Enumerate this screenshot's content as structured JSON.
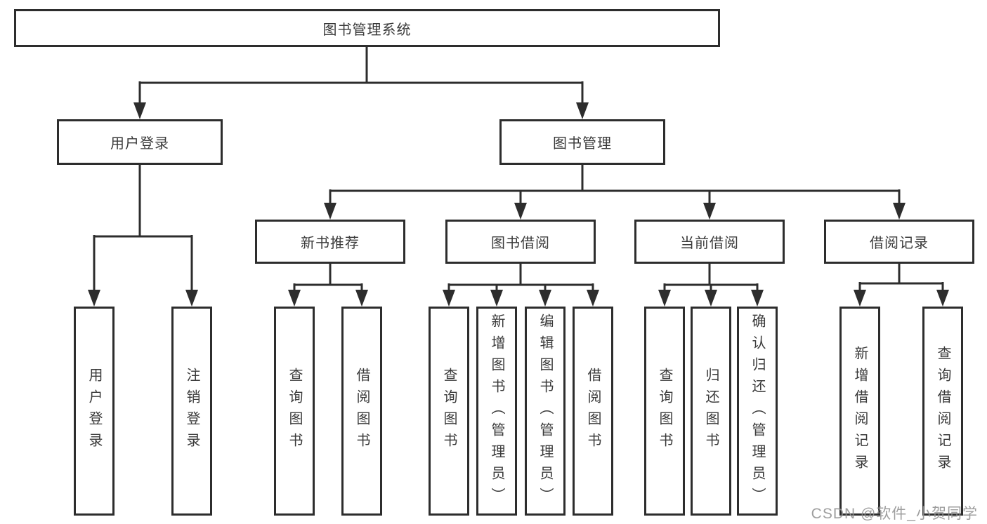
{
  "root": {
    "label": "图书管理系统"
  },
  "level2": {
    "user_login": {
      "label": "用户登录"
    },
    "book_management": {
      "label": "图书管理"
    }
  },
  "level3": {
    "new_book_recommend": {
      "label": "新书推荐"
    },
    "book_borrow": {
      "label": "图书借阅"
    },
    "current_borrow": {
      "label": "当前借阅"
    },
    "borrow_records": {
      "label": "借阅记录"
    }
  },
  "leaves": {
    "user_login": [
      "用户登录",
      "注销登录"
    ],
    "new_book_recommend": [
      "查询图书",
      "借阅图书"
    ],
    "book_borrow": [
      "查询图书",
      "新增图书（管理员）",
      "编辑图书（管理员）",
      "借阅图书"
    ],
    "current_borrow": [
      "查询图书",
      "归还图书",
      "确认归还（管理员）"
    ],
    "borrow_records": [
      "新增借阅记录",
      "查询借阅记录"
    ]
  },
  "watermark": "CSDN @软件_小贺同学",
  "colors": {
    "line": "#2d2d2d",
    "text": "#3a3a3a",
    "watermark": "#919191"
  }
}
